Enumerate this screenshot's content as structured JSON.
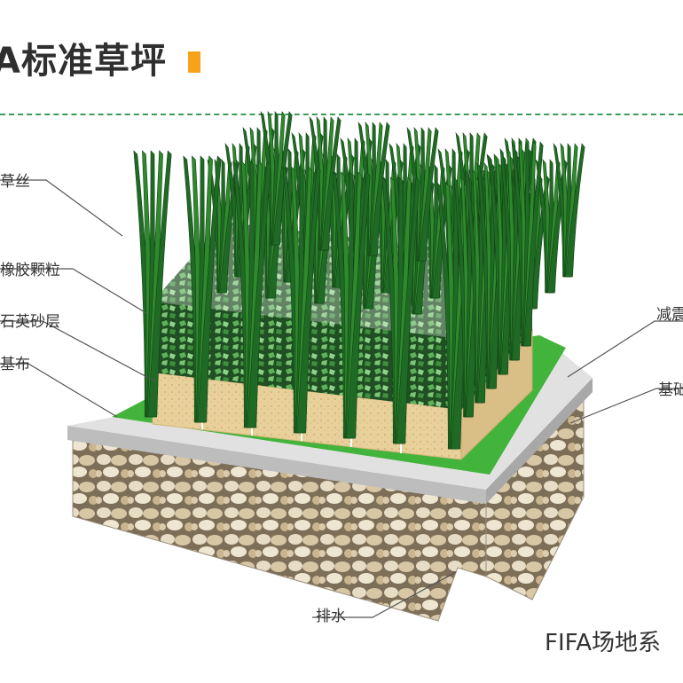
{
  "title": "A标准草坪",
  "bottom_label": "FIFA场地系",
  "layers": {
    "grass_fiber": "草丝",
    "rubber_granules": "橡胶颗粒",
    "sand_layer": "石英砂层",
    "base_cloth": "基布",
    "shock_pad": "减震",
    "foundation": "基础",
    "drainage": "排水"
  },
  "colors": {
    "grass_dark": "#1f6a25",
    "grass_light": "#4fae3f",
    "base_cloth": "#43b43b",
    "sand": "#e8d09a",
    "rubber": "#2f7a33",
    "gravel_bg": "#8a7a62",
    "accent": "#f7a21b",
    "divider": "#3f9a5a"
  }
}
